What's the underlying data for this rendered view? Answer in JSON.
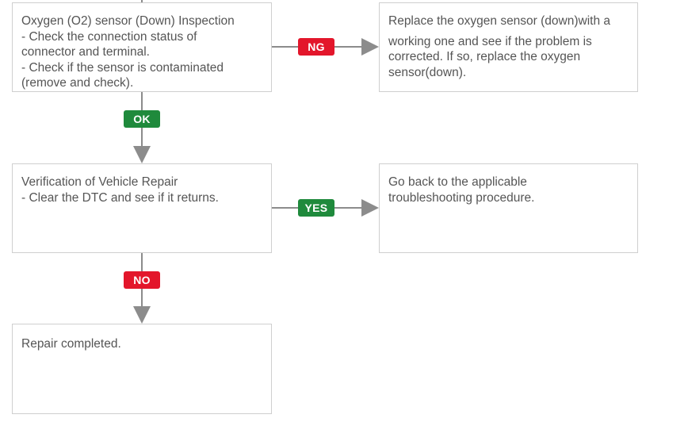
{
  "boxes": {
    "inspection": {
      "lines": [
        "Oxygen (O2) sensor (Down) Inspection",
        "- Check the connection status of",
        "connector and terminal.",
        "- Check if the sensor is contaminated",
        "(remove and check)."
      ]
    },
    "replace": {
      "lines": [
        "Replace the oxygen sensor (down)with a",
        "working one and see if the problem is",
        "corrected. If so, replace the oxygen",
        "sensor(down)."
      ]
    },
    "verification": {
      "lines": [
        "Verification of Vehicle Repair",
        "- Clear the DTC and see if it returns."
      ]
    },
    "go_back": {
      "lines": [
        "Go back to the applicable",
        "troubleshooting procedure."
      ]
    },
    "completed": {
      "lines": [
        "Repair completed."
      ]
    }
  },
  "badges": {
    "ng": "NG",
    "ok": "OK",
    "yes": "YES",
    "no": "NO"
  },
  "colors": {
    "badge_fail": "#e3162b",
    "badge_pass": "#1f8a3c",
    "connector": "#8c8c8c",
    "box_border": "#cfcfcf",
    "text": "#555555"
  }
}
